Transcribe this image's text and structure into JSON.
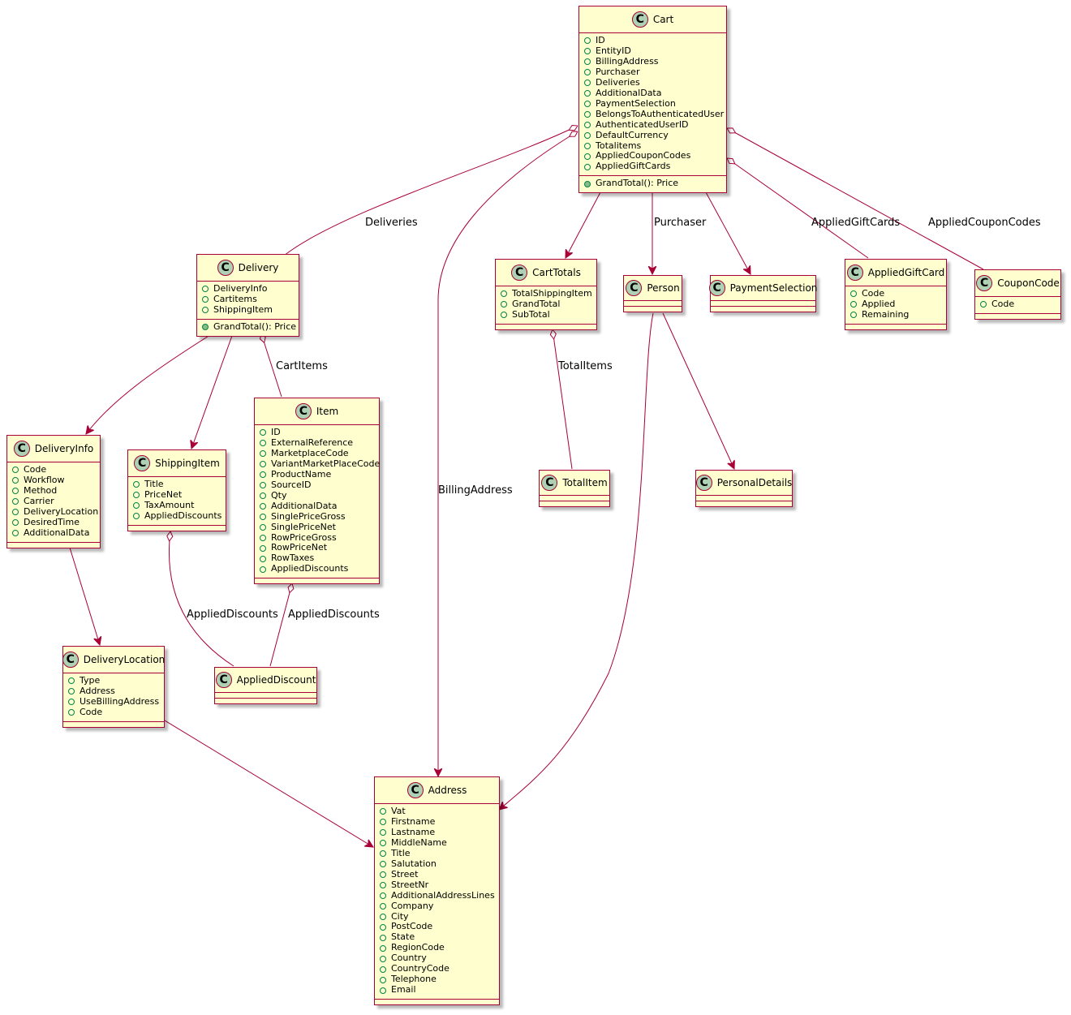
{
  "diagram": {
    "classes": {
      "cart": {
        "name": "Cart",
        "badge": "C",
        "fields": [
          "ID",
          "EntityID",
          "BillingAddress",
          "Purchaser",
          "Deliveries",
          "AdditionalData",
          "PaymentSelection",
          "BelongsToAuthenticatedUser",
          "AuthenticatedUserID",
          "DefaultCurrency",
          "Totalitems",
          "AppliedCouponCodes",
          "AppliedGiftCards"
        ],
        "methods": [
          "GrandTotal(): Price"
        ]
      },
      "delivery": {
        "name": "Delivery",
        "badge": "C",
        "fields": [
          "DeliveryInfo",
          "Cartitems",
          "ShippingItem"
        ],
        "methods": [
          "GrandTotal(): Price"
        ]
      },
      "cart_totals": {
        "name": "CartTotals",
        "badge": "C",
        "fields": [
          "TotalShippingItem",
          "GrandTotal",
          "SubTotal"
        ],
        "methods": []
      },
      "person": {
        "name": "Person",
        "badge": "C",
        "fields": [],
        "methods": []
      },
      "payment_selection": {
        "name": "PaymentSelection",
        "badge": "C",
        "fields": [],
        "methods": []
      },
      "applied_gift_card": {
        "name": "AppliedGiftCard",
        "badge": "C",
        "fields": [
          "Code",
          "Applied",
          "Remaining"
        ],
        "methods": []
      },
      "coupon_code": {
        "name": "CouponCode",
        "badge": "C",
        "fields": [
          "Code"
        ],
        "methods": []
      },
      "delivery_info": {
        "name": "DeliveryInfo",
        "badge": "C",
        "fields": [
          "Code",
          "Workflow",
          "Method",
          "Carrier",
          "DeliveryLocation",
          "DesiredTime",
          "AdditionalData"
        ],
        "methods": []
      },
      "shipping_item": {
        "name": "ShippingItem",
        "badge": "C",
        "fields": [
          "Title",
          "PriceNet",
          "TaxAmount",
          "AppliedDiscounts"
        ],
        "methods": []
      },
      "item": {
        "name": "Item",
        "badge": "C",
        "fields": [
          "ID",
          "ExternalReference",
          "MarketplaceCode",
          "VariantMarketPlaceCode",
          "ProductName",
          "SourceID",
          "Qty",
          "AdditionalData",
          "SinglePriceGross",
          "SinglePriceNet",
          "RowPriceGross",
          "RowPriceNet",
          "RowTaxes",
          "AppliedDiscounts"
        ],
        "methods": []
      },
      "total_item": {
        "name": "TotalItem",
        "badge": "C",
        "fields": [],
        "methods": []
      },
      "personal_details": {
        "name": "PersonalDetails",
        "badge": "C",
        "fields": [],
        "methods": []
      },
      "delivery_location": {
        "name": "DeliveryLocation",
        "badge": "C",
        "fields": [
          "Type",
          "Address",
          "UseBillingAddress",
          "Code"
        ],
        "methods": []
      },
      "applied_discount": {
        "name": "AppliedDiscount",
        "badge": "C",
        "fields": [],
        "methods": []
      },
      "address": {
        "name": "Address",
        "badge": "C",
        "fields": [
          "Vat",
          "Firstname",
          "Lastname",
          "MiddleName",
          "Title",
          "Salutation",
          "Street",
          "StreetNr",
          "AdditionalAddressLines",
          "Company",
          "City",
          "PostCode",
          "State",
          "RegionCode",
          "Country",
          "CountryCode",
          "Telephone",
          "Email"
        ],
        "methods": []
      }
    },
    "relations": [
      {
        "from": "cart",
        "to": "delivery",
        "kind": "aggregation",
        "label": "Deliveries"
      },
      {
        "from": "cart",
        "to": "address",
        "kind": "aggregation",
        "label": "BillingAddress"
      },
      {
        "from": "cart",
        "to": "cart_totals",
        "kind": "association",
        "label": ""
      },
      {
        "from": "cart",
        "to": "person",
        "kind": "association",
        "label": "Purchaser"
      },
      {
        "from": "cart",
        "to": "payment_selection",
        "kind": "association",
        "label": ""
      },
      {
        "from": "cart",
        "to": "applied_gift_card",
        "kind": "aggregation",
        "label": "AppliedGiftCards"
      },
      {
        "from": "cart",
        "to": "coupon_code",
        "kind": "aggregation",
        "label": "AppliedCouponCodes"
      },
      {
        "from": "delivery",
        "to": "delivery_info",
        "kind": "association",
        "label": ""
      },
      {
        "from": "delivery",
        "to": "shipping_item",
        "kind": "association",
        "label": ""
      },
      {
        "from": "delivery",
        "to": "item",
        "kind": "aggregation",
        "label": "CartItems"
      },
      {
        "from": "cart_totals",
        "to": "total_item",
        "kind": "aggregation",
        "label": "TotalItems"
      },
      {
        "from": "person",
        "to": "personal_details",
        "kind": "association",
        "label": ""
      },
      {
        "from": "person",
        "to": "address",
        "kind": "association",
        "label": ""
      },
      {
        "from": "delivery_info",
        "to": "delivery_location",
        "kind": "association",
        "label": ""
      },
      {
        "from": "shipping_item",
        "to": "applied_discount",
        "kind": "aggregation",
        "label": "AppliedDiscounts"
      },
      {
        "from": "item",
        "to": "applied_discount",
        "kind": "aggregation",
        "label": "AppliedDiscounts"
      },
      {
        "from": "delivery_location",
        "to": "address",
        "kind": "association",
        "label": ""
      }
    ]
  }
}
